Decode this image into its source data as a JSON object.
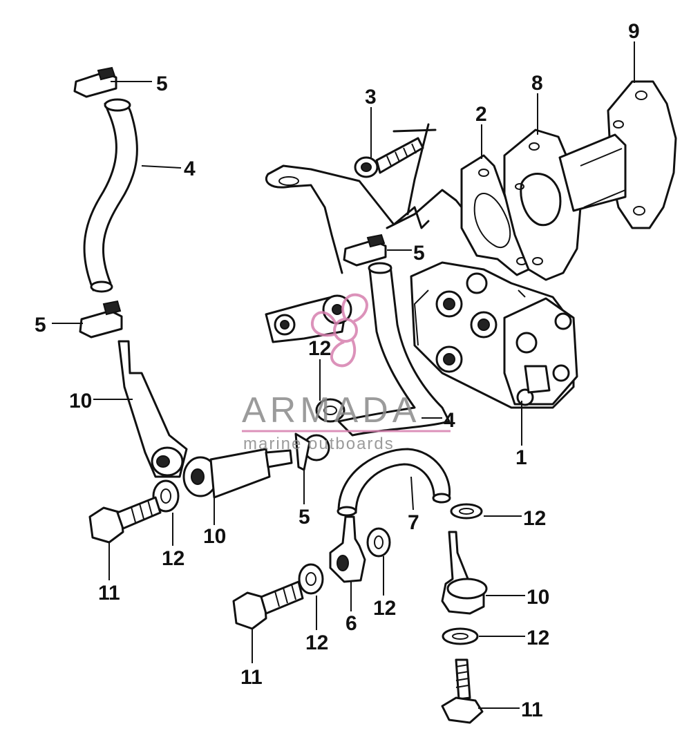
{
  "callouts": [
    "1",
    "2",
    "3",
    "4",
    "5",
    "6",
    "7",
    "8",
    "9",
    "10",
    "11",
    "12"
  ],
  "watermark": {
    "brand": "ARMADA",
    "tagline": "marine outboards",
    "color": "#d67fae"
  }
}
